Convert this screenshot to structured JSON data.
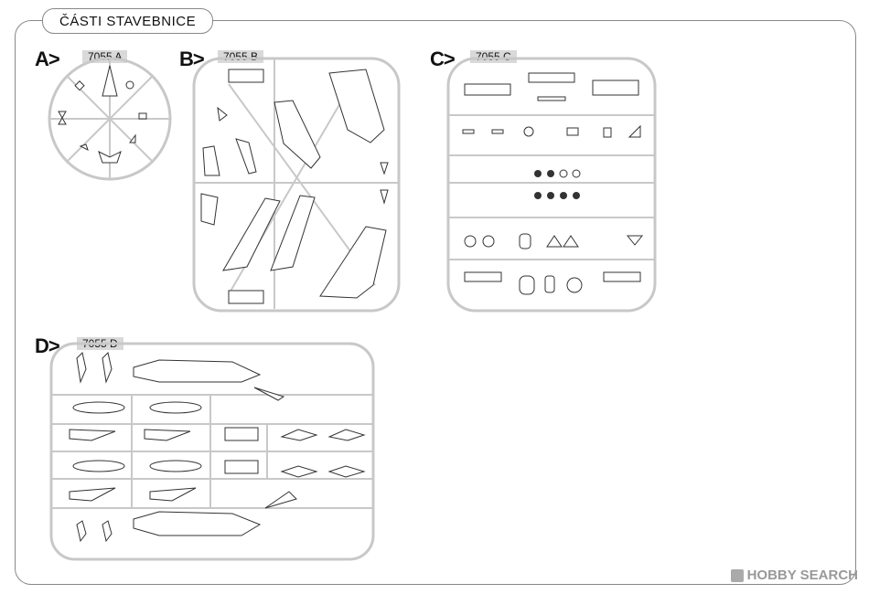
{
  "page": {
    "title": "ČÁSTI STAVEBNICE"
  },
  "sprues": [
    {
      "label": "A>",
      "code": "7055 A"
    },
    {
      "label": "B>",
      "code": "7055 B"
    },
    {
      "label": "C>",
      "code": "7055 C"
    },
    {
      "label": "D>",
      "code": "7055 D"
    }
  ],
  "watermark": {
    "text": "HOBBY SEARCH",
    "icon": "hobby-search-logo-icon"
  },
  "colors": {
    "frame": "#888888",
    "runner": "#c8c8c8",
    "part": "#333333",
    "code_bg": "#d9d9d9"
  }
}
